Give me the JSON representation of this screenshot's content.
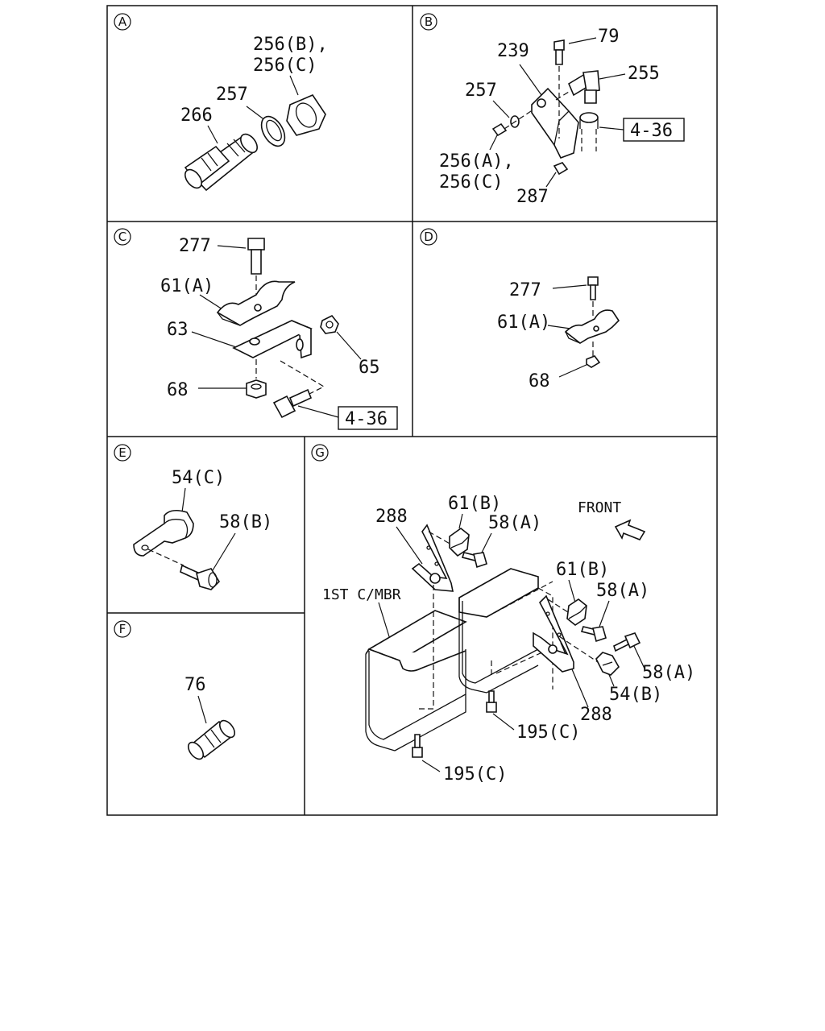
{
  "panels": {
    "A": {
      "letter": "A",
      "labels": {
        "l256b": "256(B),",
        "l256c": "256(C)",
        "l257": "257",
        "l266": "266"
      }
    },
    "B": {
      "letter": "B",
      "labels": {
        "l239": "239",
        "l79": "79",
        "l255": "255",
        "l257": "257",
        "l436": "4-36",
        "l256a": "256(A),",
        "l256c": "256(C)",
        "l287": "287"
      }
    },
    "C": {
      "letter": "C",
      "labels": {
        "l277": "277",
        "l61a": "61(A)",
        "l63": "63",
        "l65": "65",
        "l68": "68",
        "l436": "4-36"
      }
    },
    "D": {
      "letter": "D",
      "labels": {
        "l277": "277",
        "l61a": "61(A)",
        "l68": "68"
      }
    },
    "E": {
      "letter": "E",
      "labels": {
        "l54c": "54(C)",
        "l58b": "58(B)"
      }
    },
    "F": {
      "letter": "F",
      "labels": {
        "l76": "76"
      }
    },
    "G": {
      "letter": "G",
      "labels": {
        "l288a": "288",
        "l61b1": "61(B)",
        "l58a1": "58(A)",
        "front": "FRONT",
        "cmbr": "1ST C/MBR",
        "l61b2": "61(B)",
        "l58a2": "58(A)",
        "l58a3": "58(A)",
        "l54b": "54(B)",
        "l288b": "288",
        "l195c1": "195(C)",
        "l195c2": "195(C)"
      }
    }
  }
}
